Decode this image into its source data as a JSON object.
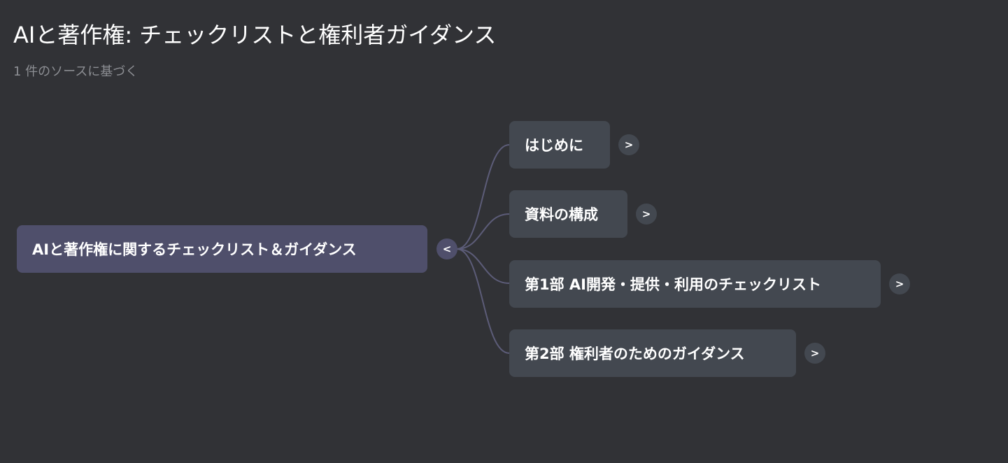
{
  "header": {
    "title": "AIと著作権: チェックリストと権利者ガイダンス",
    "subtitle": "1 件のソースに基づく"
  },
  "mindmap": {
    "root": {
      "label": "AIと著作権に関するチェックリスト＆ガイダンス",
      "toggle": "<"
    },
    "children": [
      {
        "label": "はじめに",
        "toggle": ">"
      },
      {
        "label": "資料の構成",
        "toggle": ">"
      },
      {
        "label": "第1部 AI開発・提供・利用のチェックリスト",
        "toggle": ">"
      },
      {
        "label": "第2部 権利者のためのガイダンス",
        "toggle": ">"
      }
    ]
  },
  "colors": {
    "background": "#313236",
    "root_node": "#4f4f6b",
    "child_node": "#434850",
    "connector": "#5c5c78",
    "subtitle_text": "#8c8e93"
  }
}
